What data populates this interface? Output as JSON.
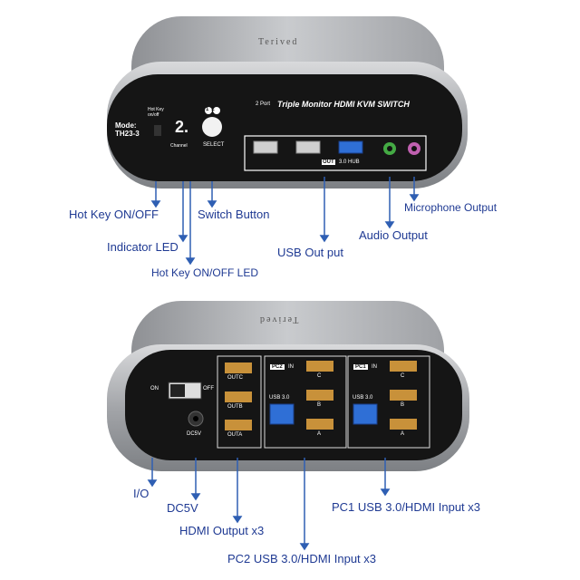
{
  "front": {
    "brand": "Terived",
    "title": "Triple Monitor HDMI KVM SWITCH",
    "title_prefix": "2 Port",
    "mode_label": "Mode:",
    "model": "TH23-3",
    "hotkey_label": "Hot Key\non/off",
    "channel_digit": "2.",
    "channel_label": "Channel",
    "select_icons": "12",
    "select_label": "SELECT",
    "hub_label": "3.0 HUB",
    "out_badge": "OUT"
  },
  "back": {
    "brand": "Terived",
    "power_on": "ON",
    "power_off": "OFF",
    "dc_label": "DC5V",
    "out_c": "OUTC",
    "out_b": "OUTB",
    "out_a": "OUTA",
    "pc2_label": "PC2",
    "pc1_label": "PC1",
    "in_label": "IN",
    "usb_label": "USB 3.0",
    "port_c": "C",
    "port_b": "B",
    "port_a": "A"
  },
  "callouts": {
    "hotkey": "Hot Key ON/OFF",
    "switch_button": "Switch Button",
    "indicator_led": "Indicator LED",
    "hotkey_led": "Hot Key ON/OFF LED",
    "usb_out": "USB Out put",
    "audio_out": "Audio Output",
    "mic_out": "Microphone Output",
    "io": "I/O",
    "dc5v": "DC5V",
    "hdmi_out": "HDMI Output x3",
    "pc1_in": "PC1 USB 3.0/HDMI Input x3",
    "pc2_in": "PC2 USB 3.0/HDMI Input x3"
  },
  "colors": {
    "callout_text": "#1f3a93",
    "callout_line": "#2f5fb3",
    "panel": "#151515",
    "shell": "#9a9ca0",
    "audio_green": "#44aa44",
    "mic_pink": "#c060b0",
    "usb_blue": "#2f6fd6"
  }
}
